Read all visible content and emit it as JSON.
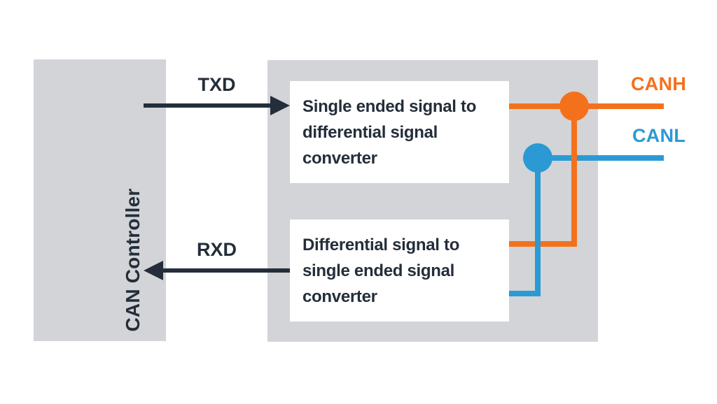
{
  "diagram": {
    "controller_label": "CAN Controller",
    "txd_label": "TXD",
    "rxd_label": "RXD",
    "converter1_text": "Single ended signal to differential signal converter",
    "converter2_text": "Differential signal to single ended signal converter",
    "canh_label": "CANH",
    "canl_label": "CANL"
  },
  "colors": {
    "orange": "#F4711C",
    "blue": "#2B9AD4",
    "gray": "#D3D4D7",
    "dark": "#242E3A",
    "white": "#FFFFFF"
  }
}
